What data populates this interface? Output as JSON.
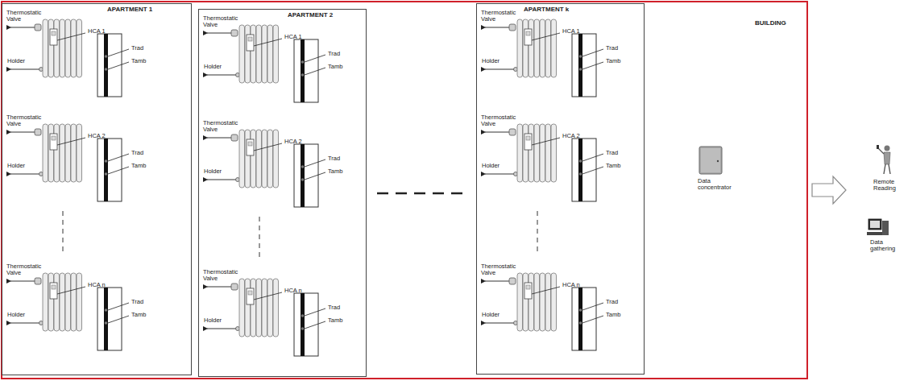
{
  "diagram": {
    "nodes": [
      {
        "text": [
          "BUILDING"
        ]
      },
      {
        "text": [
          "APARTMENT 1"
        ],
        "in": 0
      },
      {
        "text": [
          "APARTMENT 2"
        ],
        "in": 0
      },
      {
        "text": [
          "APARTMENT k"
        ],
        "in": 0
      }
    ],
    "labels": [
      "Thermostatic Valve",
      "Holder",
      "HCA 1",
      "Trad",
      "Tamb",
      "Thermostatic Valve",
      "Holder",
      "HCA 2",
      "Trad",
      "Tamb",
      "Thermostatic Valve",
      "Holder",
      "HCA n",
      "Trad",
      "Tamb",
      "Thermostatic Valve",
      "Holder",
      "HCA 1",
      "Trad",
      "Tamb",
      "Thermostatic Valve",
      "Holder",
      "HCA 2",
      "Trad",
      "Tamb",
      "Thermostatic Valve",
      "Holder",
      "HCA n",
      "Trad",
      "Tamb",
      "Thermostatic Valve",
      "Holder",
      "HCA 1",
      "Trad",
      "Tamb",
      "Thermostatic Valve",
      "Holder",
      "HCA 2",
      "Trad",
      "Tamb",
      "Thermostatic Valve",
      "Holder",
      "HCA n",
      "Trad",
      "Tamb",
      "Data concentrator",
      "Remote Reading",
      "Data gathering"
    ]
  }
}
